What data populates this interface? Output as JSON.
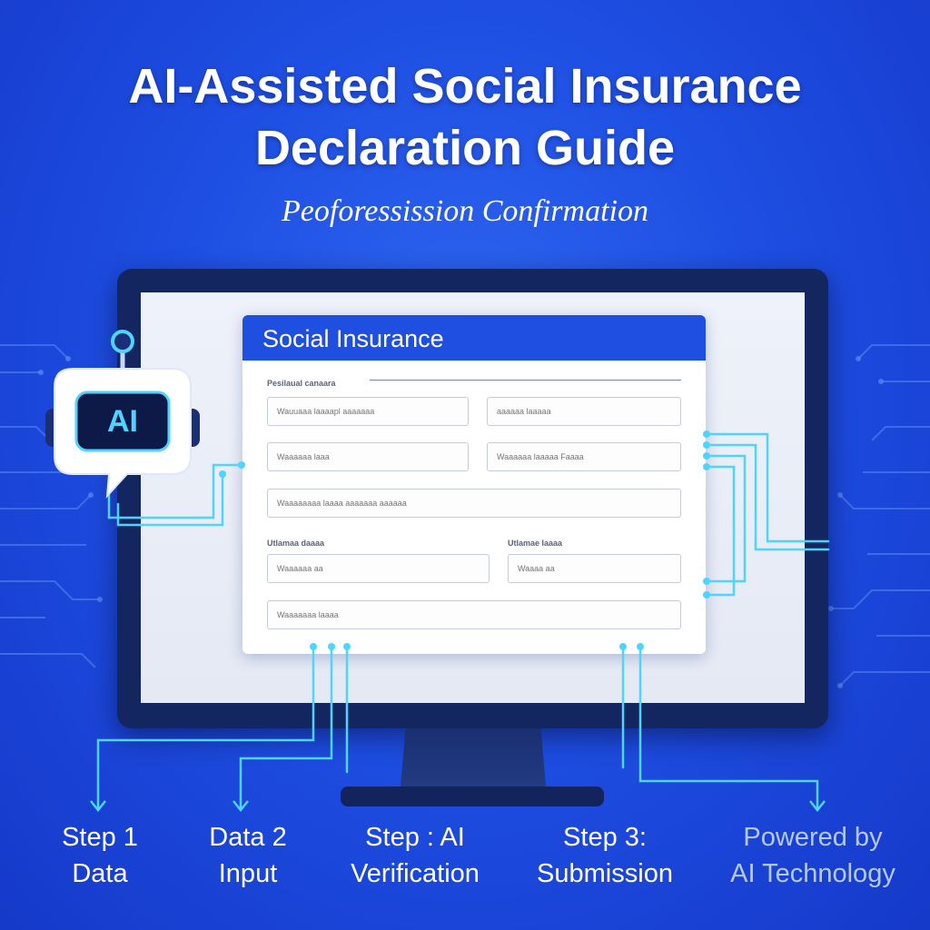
{
  "header": {
    "title_line1": "AI-Assisted Social Insurance",
    "title_line2": "Declaration Guide",
    "subtitle": "Peoforessission Confirmation"
  },
  "form": {
    "title": "Social Insurance",
    "section1_label": "Pesilaual canaara",
    "section2_label": "Utlamaa daaaa",
    "section3_label": "Utlamae laaaa",
    "fields": {
      "f1": "Wauuaaa laaaapl aaaaaaa",
      "f2": "aaaaaa laaaaa",
      "f3": "Waaaaaa laaa",
      "f4": "Waaaaaa laaaaa Faaaa",
      "f5": "Waaaaaaaa laaaa aaaaaaa aaaaaa",
      "f6": "Waaaaaa aa",
      "f7": "Waaaa aa",
      "f8": "Waaaaaaa laaaa"
    }
  },
  "ai_badge": "AI",
  "steps": {
    "s1_line1": "Step 1",
    "s1_line2": "Data",
    "s2_line1": "Data 2",
    "s2_line2": "Input",
    "s3_line1": "Step : AI",
    "s3_line2": "Verification",
    "s4_line1": "Step 3:",
    "s4_line2": "Submission",
    "powered_line1": "Powered by",
    "powered_line2": "AI Technology"
  },
  "colors": {
    "background": "#1e4fe3",
    "form_header": "#1f4fe0",
    "circuit": "#4fd4ff",
    "monitor": "#142660"
  }
}
